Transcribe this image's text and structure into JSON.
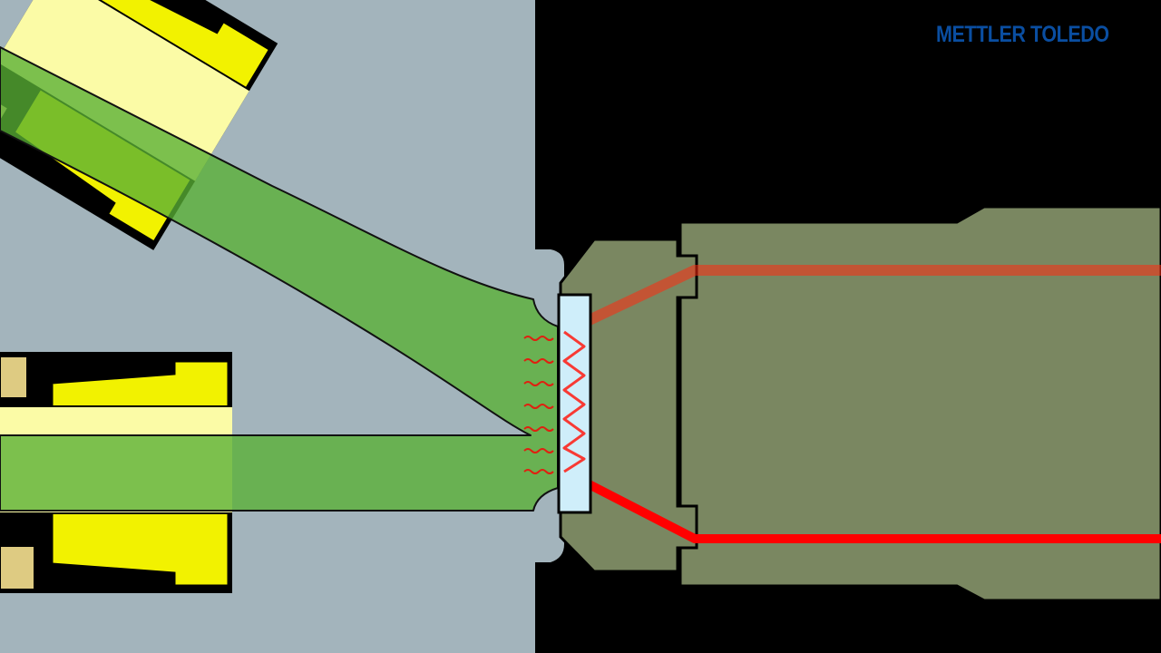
{
  "brand": {
    "logo_text": "METTLER TOLEDO",
    "logo_color": "#0a4ea1"
  },
  "colors": {
    "background": "#a3b4bc",
    "housing": "#000000",
    "probe_body": "#7a8761",
    "green_beam": "#6ab24f",
    "yellow_ring": "#f2f200",
    "pale_yellow": "#fbfba6",
    "tan": "#decb82",
    "sensor_window": "#cfeefa",
    "red_light": "#ff0000"
  },
  "components": [
    "upper-fiber-connector",
    "lower-fiber-connector",
    "green-light-beam",
    "sensor-window",
    "probe-body",
    "red-light-path",
    "heat-wave-marks"
  ]
}
